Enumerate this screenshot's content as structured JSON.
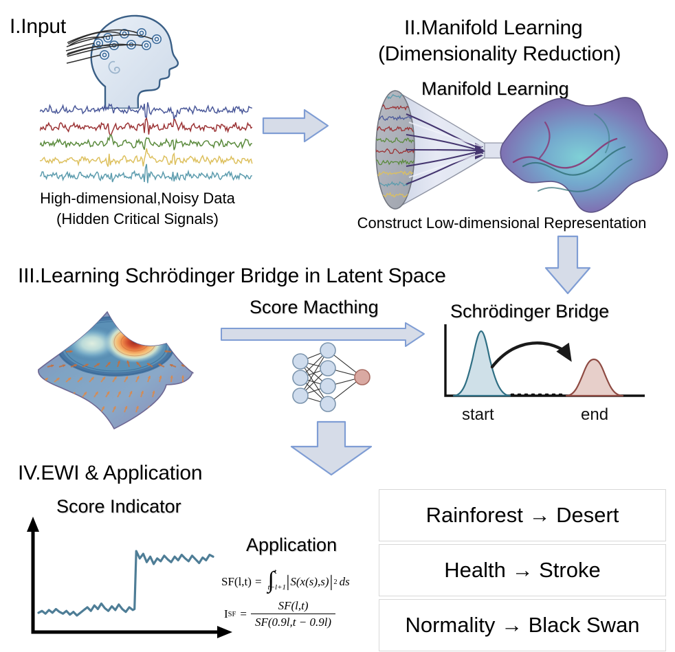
{
  "figure": {
    "type": "pipeline-diagram",
    "background": "#ffffff"
  },
  "sections": {
    "one": {
      "heading": "I.Input",
      "caption_line1": "High-dimensional,Noisy Data",
      "caption_line2": "(Hidden Critical Signals)",
      "illustration": "eeg-head-with-electrodes",
      "signal_colors": [
        "#4a5899",
        "#9b3234",
        "#5a8a3c",
        "#ddc05e",
        "#5b9bad"
      ],
      "signal_count": 5
    },
    "two": {
      "heading_line1": "II.Manifold Learning",
      "heading_line2": "(Dimensionality Reduction)",
      "inner_label": "Manifold Learning",
      "caption": "Construct Low-dimensional Representation",
      "illustration": "funnel-to-manifold"
    },
    "three": {
      "heading": "III.Learning Schrödinger Bridge in Latent Space",
      "arrow_label": "Score Macthing",
      "bridge_title": "Schrödinger Bridge",
      "bridge_start_label": "start",
      "bridge_end_label": "end",
      "illustration_left": "energy-landscape-manifold-with-score-field",
      "illustration_mid": "neural-network-3-4-1"
    },
    "four": {
      "heading": "IV.EWI & Application",
      "chart_title": "Score Indicator",
      "application_title": "Application",
      "applications": [
        "Rainforest → Desert",
        "Health → Stroke",
        "Normality → Black Swan"
      ],
      "formula_1": "SF(l,t) = ∫_{t-l+1}^{t} |S(x(s),s)|² ds",
      "formula_2": "I_SF = SF(l,t) / SF(0.9l, t - 0.9l)",
      "formula_parts": {
        "f1_lhs": "SF",
        "f1_args": "(l,t)",
        "f1_eq": "=",
        "f1_int_upper": "t",
        "f1_int_lower": "t−l+1",
        "f1_body": "S(x(s),s)",
        "f1_power": "2",
        "f1_ds": "ds",
        "f2_lhs": "I",
        "f2_lhs_sub": "SF",
        "f2_eq": "=",
        "f2_num": "SF(l,t)",
        "f2_den": "SF(0.9l,t − 0.9l)"
      }
    }
  },
  "arrows": {
    "a1": {
      "name": "arrow-input-to-manifold",
      "direction": "right"
    },
    "a2": {
      "name": "arrow-manifold-to-bridge",
      "direction": "down"
    },
    "a3": {
      "name": "arrow-score-matching",
      "direction": "right"
    },
    "a4": {
      "name": "arrow-bridge-to-ewi",
      "direction": "down"
    }
  },
  "chart_data": {
    "type": "line",
    "title": "Score Indicator",
    "xlabel": "",
    "ylabel": "",
    "grid": false,
    "legend": "none",
    "line_color": "#4e7d96",
    "axis_color": "#000000",
    "xlim": [
      0,
      100
    ],
    "ylim": [
      0,
      100
    ],
    "description": "Early warning indicator: low noisy baseline then abrupt step jump to a higher noisy plateau",
    "x": [
      0,
      2,
      4,
      6,
      8,
      10,
      12,
      14,
      16,
      18,
      20,
      22,
      24,
      26,
      28,
      30,
      32,
      34,
      36,
      38,
      40,
      42,
      44,
      46,
      48,
      50,
      52,
      54,
      55,
      56,
      58,
      60,
      62,
      64,
      66,
      68,
      70,
      72,
      74,
      76,
      78,
      80,
      82,
      84,
      86,
      88,
      90,
      92,
      94,
      96,
      98,
      100
    ],
    "y": [
      15,
      17,
      14,
      18,
      15,
      19,
      16,
      14,
      17,
      13,
      16,
      12,
      15,
      18,
      21,
      17,
      23,
      19,
      25,
      20,
      17,
      22,
      18,
      24,
      19,
      16,
      21,
      18,
      19,
      82,
      74,
      79,
      70,
      76,
      68,
      74,
      71,
      77,
      73,
      70,
      76,
      72,
      78,
      74,
      71,
      77,
      73,
      69,
      75,
      72,
      78,
      76
    ]
  },
  "bridge_data": {
    "type": "line",
    "description": "Two probability densities connected by a curved transport arrow",
    "start_distribution": {
      "label": "start",
      "mean": 22,
      "sd": 7,
      "peak": 92,
      "fill": "#cfe0e8",
      "stroke": "#2f6f84"
    },
    "end_distribution": {
      "label": "end",
      "mean": 72,
      "sd": 9,
      "peak": 58,
      "fill": "#e7cfca",
      "stroke": "#8e4a42"
    },
    "connector": "dotted-baseline",
    "transport_arrow": "curved"
  },
  "colors": {
    "arrow_fill": "#d6dce8",
    "arrow_stroke": "#7f9dd4",
    "box_border": "#d8d8d8",
    "nn_node_fill": "#cfdced",
    "nn_node_stroke": "#7b94ad",
    "nn_output_fill": "#d9a9a2",
    "nn_output_stroke": "#a86b62",
    "text": "#000000"
  }
}
